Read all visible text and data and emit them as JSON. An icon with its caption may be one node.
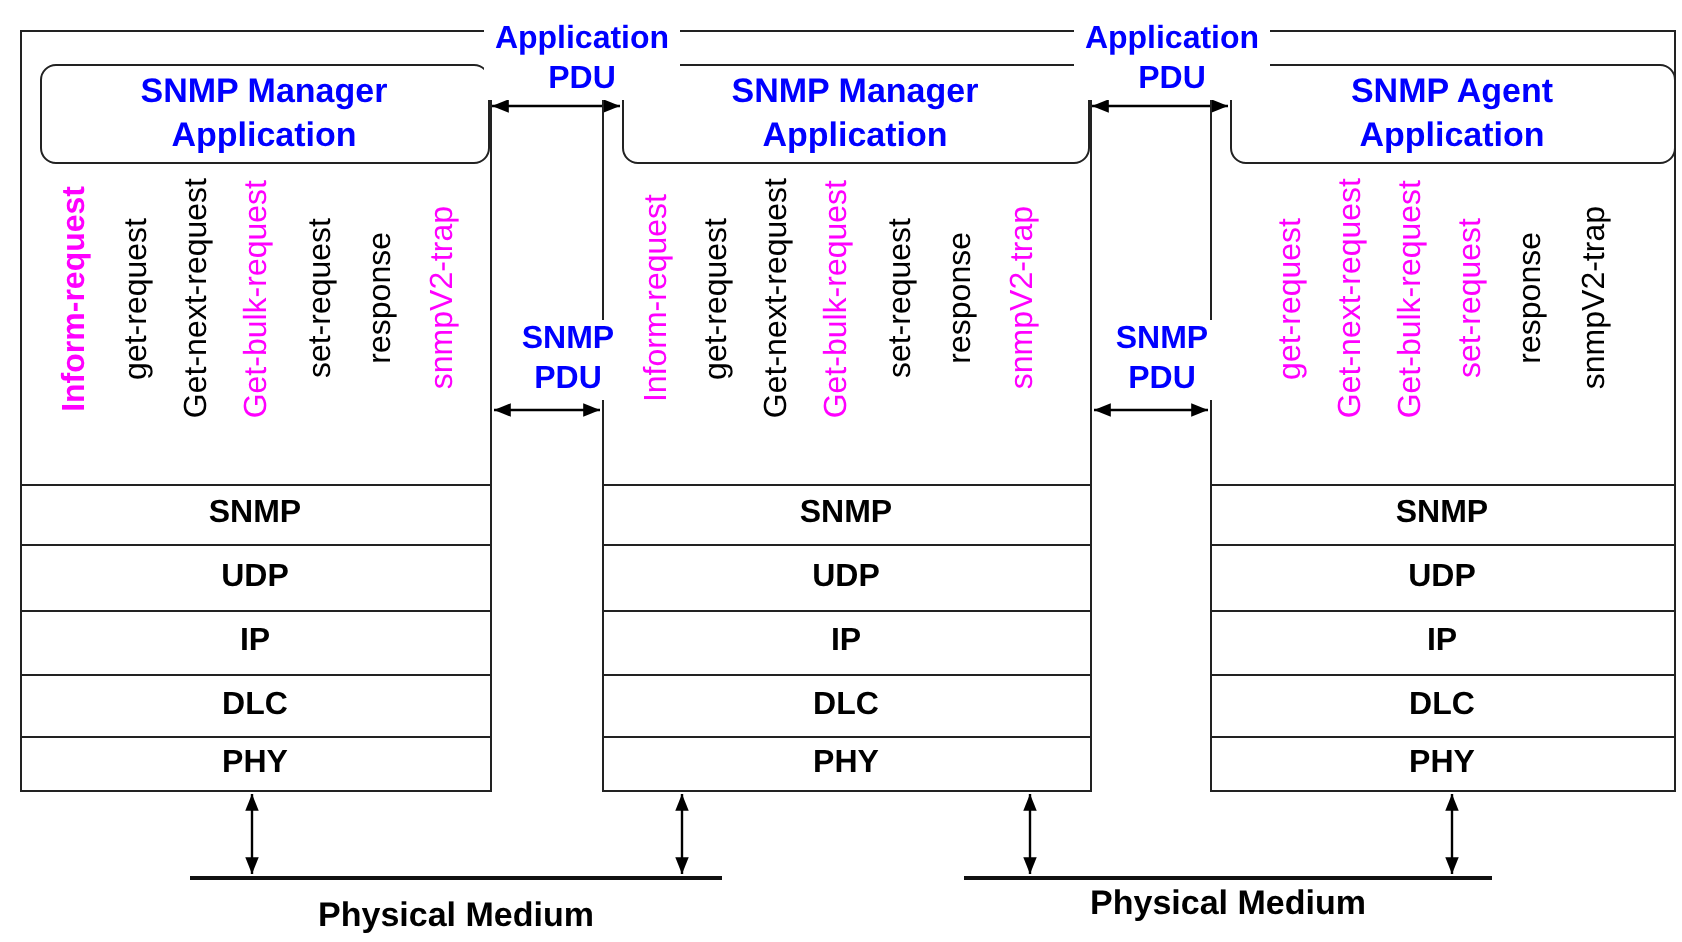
{
  "diagram": {
    "nodes": [
      {
        "text": [
          "Inform-request",
          "get-request",
          "Get-next-request",
          "Get-bulk-request",
          "set-request",
          "response",
          "snmpV2-trap"
        ]
      },
      {
        "text": [
          "SNMP Manager Application"
        ],
        "in": 0
      },
      {
        "text": [
          "SNMP"
        ],
        "in": 0
      },
      {
        "text": [
          "UDP"
        ],
        "in": 0
      },
      {
        "text": [
          "IP"
        ],
        "in": 0
      },
      {
        "text": [
          "DLC"
        ],
        "in": 0
      },
      {
        "text": [
          "PHY"
        ],
        "in": 0
      },
      {
        "text": [
          "Inform-request",
          "get-request",
          "Get-next-request",
          "Get-bulk-request",
          "set-request",
          "response",
          "snmpV2-trap"
        ]
      },
      {
        "text": [
          "SNMP Manager Application"
        ],
        "in": 7
      },
      {
        "text": [
          "SNMP"
        ],
        "in": 7
      },
      {
        "text": [
          "UDP"
        ],
        "in": 7
      },
      {
        "text": [
          "IP"
        ],
        "in": 7
      },
      {
        "text": [
          "DLC"
        ],
        "in": 7
      },
      {
        "text": [
          "PHY"
        ],
        "in": 7
      },
      {
        "text": [
          "get-request",
          "Get-next-request",
          "Get-bulk-request",
          "set-request",
          "response",
          "snmpV2-trap"
        ]
      },
      {
        "text": [
          "SNMP Agent Application"
        ],
        "in": 14
      },
      {
        "text": [
          "SNMP"
        ],
        "in": 14
      },
      {
        "text": [
          "UDP"
        ],
        "in": 14
      },
      {
        "text": [
          "IP"
        ],
        "in": 14
      },
      {
        "text": [
          "DLC"
        ],
        "in": 14
      },
      {
        "text": [
          "PHY"
        ],
        "in": 14
      },
      {
        "text": [
          "Physical Medium"
        ]
      },
      {
        "text": [
          "Physical Medium"
        ]
      }
    ],
    "edges": [
      {
        "from": 1,
        "to": 8,
        "arrow": "both",
        "label": "Application PDU"
      },
      {
        "from": 8,
        "to": 15,
        "arrow": "both",
        "label": "Application PDU"
      },
      {
        "from": 0,
        "to": 7,
        "arrow": "both",
        "label": "SNMP PDU"
      },
      {
        "from": 7,
        "to": 14,
        "arrow": "both",
        "label": "SNMP PDU"
      },
      {
        "from": 6,
        "to": 21,
        "arrow": "both"
      },
      {
        "from": 13,
        "to": 21,
        "arrow": "both"
      },
      {
        "from": 13,
        "to": 22,
        "arrow": "both"
      },
      {
        "from": 20,
        "to": 22,
        "arrow": "both"
      }
    ]
  }
}
